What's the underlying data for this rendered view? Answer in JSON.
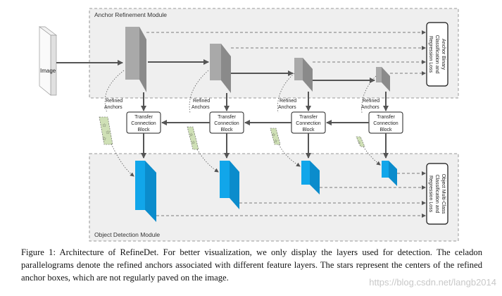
{
  "figure": {
    "arm_title": "Anchor Refinement Module",
    "odm_title": "Object Detection Module",
    "image_label": "Image",
    "refined_label_line1": "Refined",
    "refined_label_line2": "Anchors",
    "tcb_line1": "Transfer",
    "tcb_line2": "Connection",
    "tcb_line3": "Block",
    "arm_loss_line1": "Anchor Binary",
    "arm_loss_line2": "Classification and",
    "arm_loss_line3": "Regression Loss",
    "odm_loss_line1": "Object Multi-Class",
    "odm_loss_line2": "Classification and",
    "odm_loss_line3": "Regression Loss",
    "colors": {
      "arm_layer": "#a9a9a9",
      "odm_layer": "#11a6ea",
      "anchor_patch": "#cfe0b6",
      "module_bg": "#efefef",
      "arrow": "#555555"
    }
  },
  "caption": "Figure 1: Architecture of RefineDet. For better visualization, we only display the layers used for detection. The celadon parallelograms denote the refined anchors associated with different feature layers. The stars represent the centers of the refined anchor boxes, which are not regularly paved on the image.",
  "watermark": "https://blog.csdn.net/langb2014"
}
